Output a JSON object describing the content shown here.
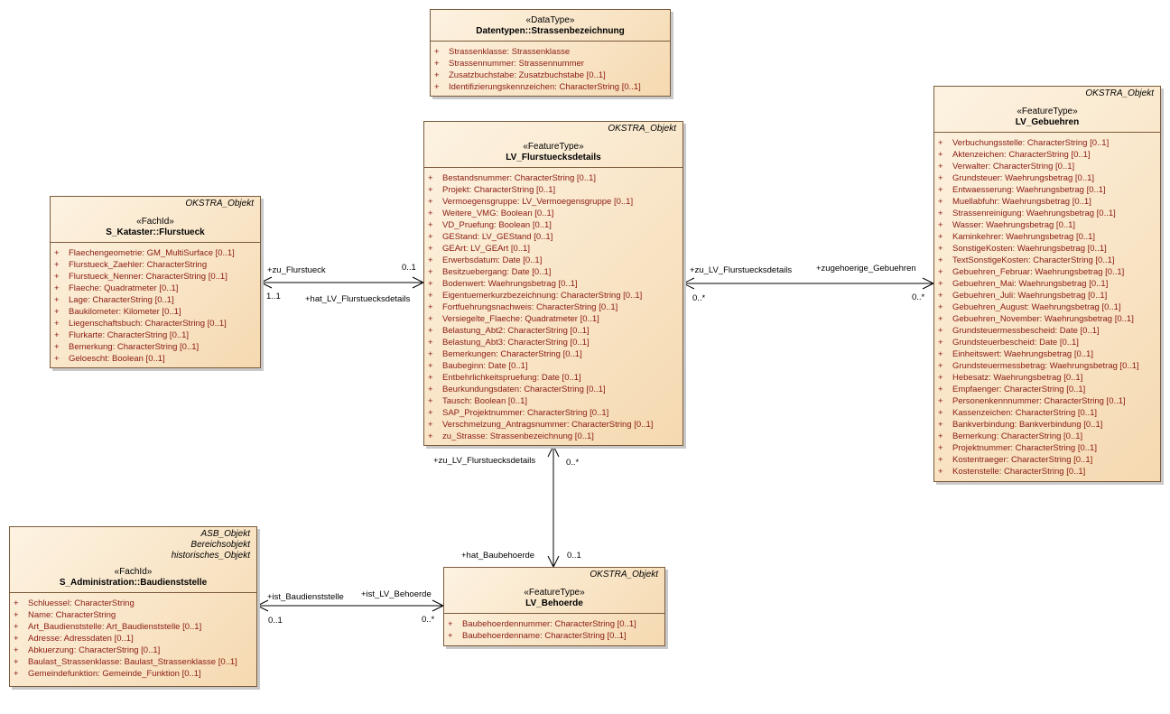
{
  "classes": {
    "strassen": {
      "stereotype": "«DataType»",
      "name": "Datentypen::Strassenbezeichnung",
      "attributes": [
        {
          "vis": "+",
          "text": "Strassenklasse: Strassenklasse"
        },
        {
          "vis": "+",
          "text": "Strassennummer: Strassennummer"
        },
        {
          "vis": "+",
          "text": "Zusatzbuchstabe: Zusatzbuchstabe [0..1]"
        },
        {
          "vis": "+",
          "text": "Identifizierungskennzeichen: CharacterString [0..1]"
        }
      ]
    },
    "flurdetails": {
      "parent": [
        "OKSTRA_Objekt"
      ],
      "stereotype": "«FeatureType»",
      "name": "LV_Flurstuecksdetails",
      "attributes": [
        {
          "vis": "+",
          "text": "Bestandsnummer: CharacterString [0..1]"
        },
        {
          "vis": "+",
          "text": "Projekt: CharacterString [0..1]"
        },
        {
          "vis": "+",
          "text": "Vermoegensgruppe: LV_Vermoegensgruppe [0..1]"
        },
        {
          "vis": "+",
          "text": "Weitere_VMG: Boolean [0..1]"
        },
        {
          "vis": "+",
          "text": "VD_Pruefung: Boolean [0..1]"
        },
        {
          "vis": "+",
          "text": "GEStand: LV_GEStand [0..1]"
        },
        {
          "vis": "+",
          "text": "GEArt: LV_GEArt [0..1]"
        },
        {
          "vis": "+",
          "text": "Erwerbsdatum: Date [0..1]"
        },
        {
          "vis": "+",
          "text": "Besitzuebergang: Date [0..1]"
        },
        {
          "vis": "+",
          "text": "Bodenwert: Waehrungsbetrag [0..1]"
        },
        {
          "vis": "+",
          "text": "Eigentuemerkurzbezeichnung: CharacterString [0..1]"
        },
        {
          "vis": "+",
          "text": "Fortfuehrungsnachweis: CharacterString [0..1]"
        },
        {
          "vis": "+",
          "text": "Versiegelte_Flaeche: Quadratmeter [0..1]"
        },
        {
          "vis": "+",
          "text": "Belastung_Abt2: CharacterString [0..1]"
        },
        {
          "vis": "+",
          "text": "Belastung_Abt3: CharacterString [0..1]"
        },
        {
          "vis": "+",
          "text": "Bemerkungen: CharacterString [0..1]"
        },
        {
          "vis": "+",
          "text": "Baubeginn: Date [0..1]"
        },
        {
          "vis": "+",
          "text": "Entbehrlichkeitspruefung: Date [0..1]"
        },
        {
          "vis": "+",
          "text": "Beurkundungsdaten: CharacterString [0..1]"
        },
        {
          "vis": "+",
          "text": "Tausch: Boolean [0..1]"
        },
        {
          "vis": "+",
          "text": "SAP_Projektnummer: CharacterString [0..1]"
        },
        {
          "vis": "+",
          "text": "Verschmelzung_Antragsnummer: CharacterString [0..1]"
        },
        {
          "vis": "+",
          "text": "zu_Strasse: Strassenbezeichnung [0..1]"
        }
      ]
    },
    "gebuehren": {
      "parent": [
        "OKSTRA_Objekt"
      ],
      "stereotype": "«FeatureType»",
      "name": "LV_Gebuehren",
      "attributes": [
        {
          "vis": "+",
          "text": "Verbuchungsstelle: CharacterString [0..1]"
        },
        {
          "vis": "+",
          "text": "Aktenzeichen: CharacterString [0..1]"
        },
        {
          "vis": "+",
          "text": "Verwalter: CharacterString [0..1]"
        },
        {
          "vis": "+",
          "text": "Grundsteuer: Waehrungsbetrag [0..1]"
        },
        {
          "vis": "+",
          "text": "Entwaesserung: Waehrungsbetrag [0..1]"
        },
        {
          "vis": "+",
          "text": "Muellabfuhr: Waehrungsbetrag [0..1]"
        },
        {
          "vis": "+",
          "text": "Strassenreinigung: Waehrungsbetrag [0..1]"
        },
        {
          "vis": "+",
          "text": "Wasser: Waehrungsbetrag [0..1]"
        },
        {
          "vis": "+",
          "text": "Kaminkehrer: Waehrungsbetrag [0..1]"
        },
        {
          "vis": "+",
          "text": "SonstigeKosten: Waehrungsbetrag [0..1]"
        },
        {
          "vis": "+",
          "text": "TextSonstigeKosten: CharacterString [0..1]"
        },
        {
          "vis": "+",
          "text": "Gebuehren_Februar: Waehrungsbetrag [0..1]"
        },
        {
          "vis": "+",
          "text": "Gebuehren_Mai: Waehrungsbetrag [0..1]"
        },
        {
          "vis": "+",
          "text": "Gebuehren_Juli: Waehrungsbetrag [0..1]"
        },
        {
          "vis": "+",
          "text": "Gebuehren_August: Waehrungsbetrag [0..1]"
        },
        {
          "vis": "+",
          "text": "Gebuehren_November: Waehrungsbetrag [0..1]"
        },
        {
          "vis": "+",
          "text": "Grundsteuermessbescheid: Date [0..1]"
        },
        {
          "vis": "+",
          "text": "Grundsteuerbescheid: Date [0..1]"
        },
        {
          "vis": "+",
          "text": "Einheitswert: Waehrungsbetrag [0..1]"
        },
        {
          "vis": "+",
          "text": "Grundsteuermessbetrag: Waehrungsbetrag [0..1]"
        },
        {
          "vis": "+",
          "text": "Hebesatz: Waehrungsbetrag [0..1]"
        },
        {
          "vis": "+",
          "text": "Empfaenger: CharacterString [0..1]"
        },
        {
          "vis": "+",
          "text": "Personenkennnummer: CharacterString [0..1]"
        },
        {
          "vis": "+",
          "text": "Kassenzeichen: CharacterString [0..1]"
        },
        {
          "vis": "+",
          "text": "Bankverbindung: Bankverbindung [0..1]"
        },
        {
          "vis": "+",
          "text": "Bemerkung: CharacterString [0..1]"
        },
        {
          "vis": "+",
          "text": "Projektnummer: CharacterString [0..1]"
        },
        {
          "vis": "+",
          "text": "Kostentraeger: CharacterString [0..1]"
        },
        {
          "vis": "+",
          "text": "Kostenstelle: CharacterString [0..1]"
        }
      ]
    },
    "kataster": {
      "parent": [
        "OKSTRA_Objekt"
      ],
      "stereotype": "«FachId»",
      "name": "S_Kataster::Flurstueck",
      "attributes": [
        {
          "vis": "+",
          "text": "Flaechengeometrie: GM_MultiSurface [0..1]"
        },
        {
          "vis": "+",
          "text": "Flurstueck_Zaehler: CharacterString"
        },
        {
          "vis": "+",
          "text": "Flurstueck_Nenner: CharacterString [0..1]"
        },
        {
          "vis": "+",
          "text": "Flaeche: Quadratmeter [0..1]"
        },
        {
          "vis": "+",
          "text": "Lage: CharacterString [0..1]"
        },
        {
          "vis": "+",
          "text": "Baukilometer: Kilometer [0..1]"
        },
        {
          "vis": "+",
          "text": "Liegenschaftsbuch: CharacterString [0..1]"
        },
        {
          "vis": "+",
          "text": "Flurkarte: CharacterString [0..1]"
        },
        {
          "vis": "+",
          "text": "Bemerkung: CharacterString [0..1]"
        },
        {
          "vis": "+",
          "text": "Geloescht: Boolean [0..1]"
        }
      ]
    },
    "baudienst": {
      "parent": [
        "ASB_Objekt",
        "Bereichsobjekt",
        "historisches_Objekt"
      ],
      "stereotype": "«FachId»",
      "name": "S_Administration::Baudienststelle",
      "attributes": [
        {
          "vis": "+",
          "text": "Schluessel: CharacterString"
        },
        {
          "vis": "+",
          "text": "Name: CharacterString"
        },
        {
          "vis": "+",
          "text": "Art_Baudienststelle: Art_Baudienststelle [0..1]"
        },
        {
          "vis": "+",
          "text": "Adresse: Adressdaten [0..1]"
        },
        {
          "vis": "+",
          "text": "Abkuerzung: CharacterString [0..1]"
        },
        {
          "vis": "+",
          "text": "Baulast_Strassenklasse: Baulast_Strassenklasse [0..1]"
        },
        {
          "vis": "+",
          "text": "Gemeindefunktion: Gemeinde_Funktion [0..1]"
        }
      ]
    },
    "behoerde": {
      "parent": [
        "OKSTRA_Objekt"
      ],
      "stereotype": "«FeatureType»",
      "name": "LV_Behoerde",
      "attributes": [
        {
          "vis": "+",
          "text": "Baubehoerdennummer: CharacterString [0..1]"
        },
        {
          "vis": "+",
          "text": "Baubehoerdenname: CharacterString [0..1]"
        }
      ]
    }
  },
  "associations": {
    "kataster_flur": {
      "role_a": "+zu_Flurstueck",
      "mult_a_near_target": "0..1",
      "mult_a": "1..1",
      "role_b": "+hat_LV_Flurstuecksdetails"
    },
    "flur_gebuehren": {
      "role_a": "+zu_LV_Flurstuecksdetails",
      "mult_a": "0..*",
      "role_b": "+zugehoerige_Gebuehren",
      "mult_b": "0..*"
    },
    "flur_behoerde": {
      "role_a": "+zu_LV_Flurstuecksdetails",
      "mult_a": "0..*",
      "role_b": "+hat_Baubehoerde",
      "mult_b": "0..1"
    },
    "baudienst_behoerde": {
      "role_a": "+ist_Baudienststelle",
      "mult_a": "0..1",
      "role_b": "+ist_LV_Behoerde",
      "mult_b": "0..*"
    }
  },
  "colors": {
    "attribute_text": "#8a1a10",
    "border": "#7a5a3a",
    "fill_light": "#fdf3e2",
    "fill_dark": "#f5d9b0"
  }
}
